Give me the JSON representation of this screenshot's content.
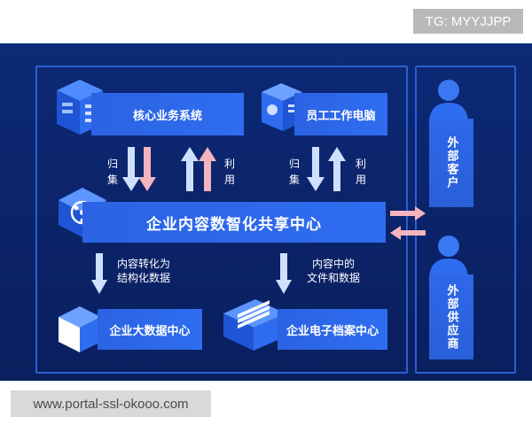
{
  "watermark_top": "TG: MYYJJPP",
  "watermark_bottom": "www.portal-ssl-okooo.com",
  "nodes": {
    "core_system": "核心业务系统",
    "employee_pc": "员工工作电脑",
    "content_center": "企业内容数智化共享中心",
    "bigdata_center": "企业大数据中心",
    "archive_center": "企业电子档案中心",
    "external_customer": "外部客户",
    "external_supplier": "外部供应商"
  },
  "flow_labels": {
    "left_collect": "归集",
    "left_use": "利用",
    "right_collect": "归集",
    "right_use": "利用",
    "convert_structured": "内容转化为\n结构化数据",
    "files_and_data": "内容中的\n文件和数据"
  },
  "colors": {
    "background": "#0b2369",
    "accent_blue": "#2f6df0",
    "arrow_light": "#cfe0ff",
    "arrow_pink": "#f4b4bd"
  }
}
